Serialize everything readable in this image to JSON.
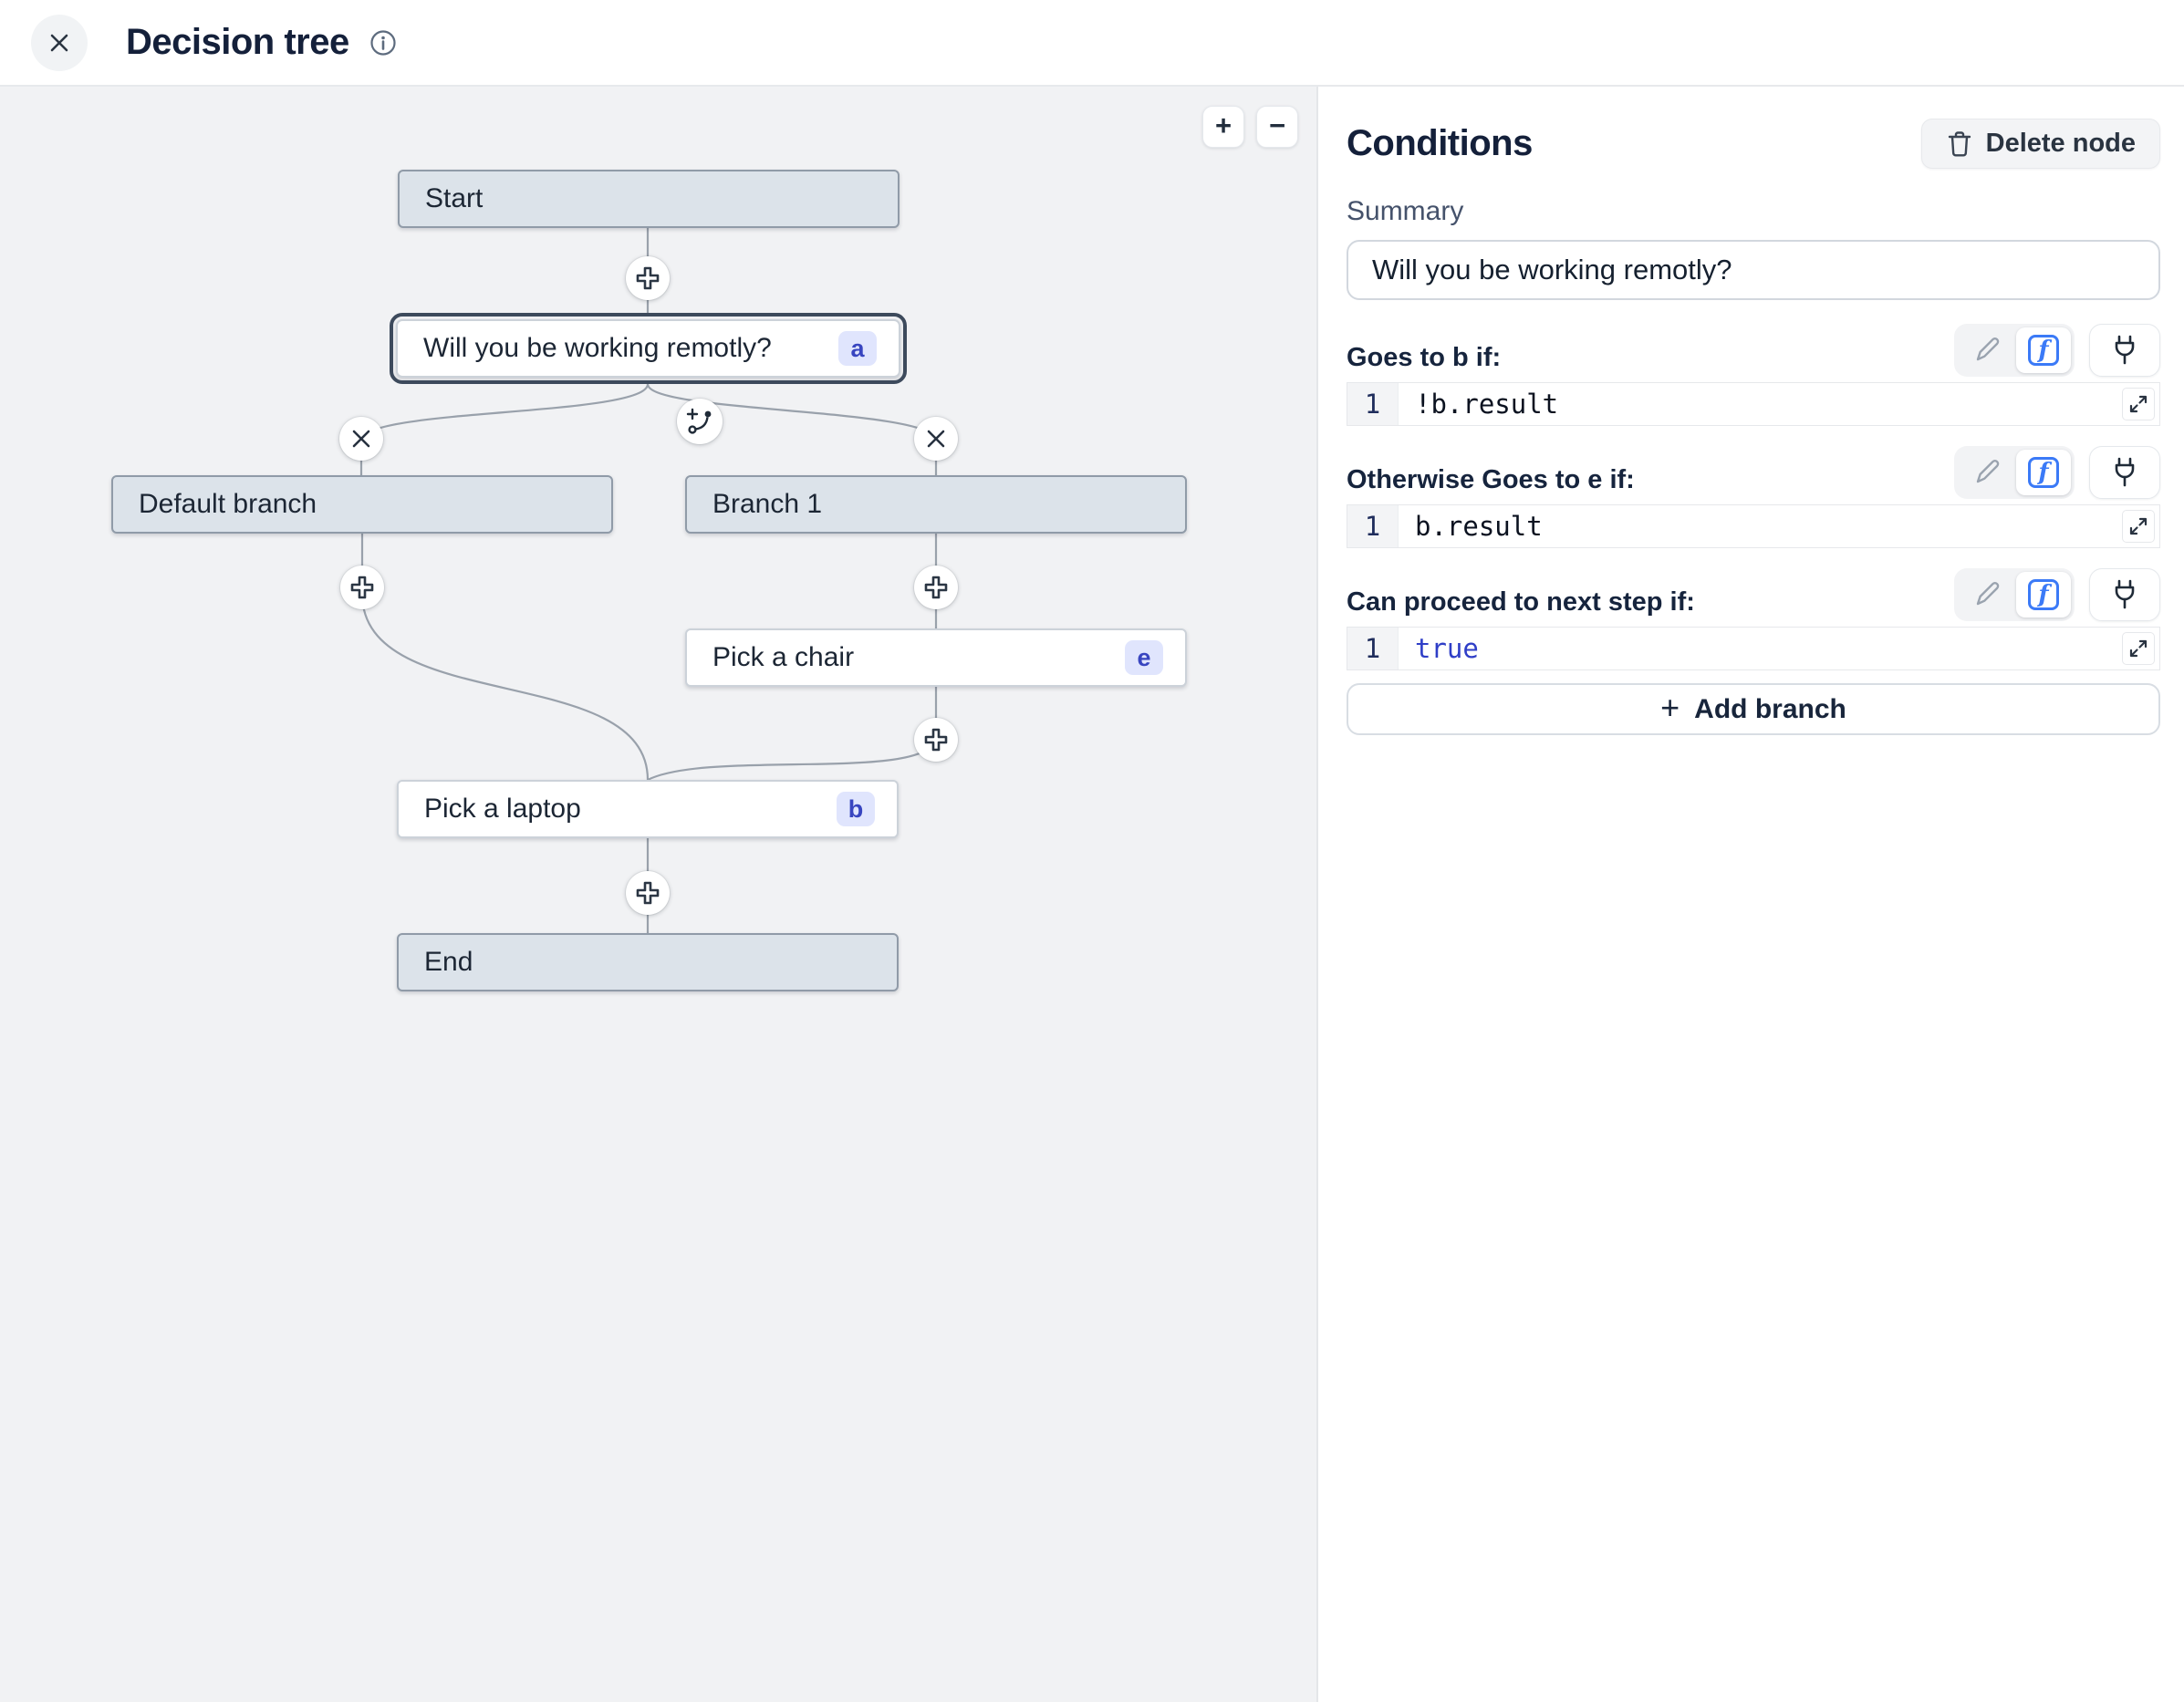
{
  "header": {
    "title": "Decision tree"
  },
  "canvas": {
    "zoom_in": "+",
    "zoom_out": "−",
    "nodes": {
      "start": {
        "label": "Start"
      },
      "question": {
        "label": "Will you be working remotly?",
        "badge": "a"
      },
      "default_branch": {
        "label": "Default branch"
      },
      "branch_1": {
        "label": "Branch 1"
      },
      "pick_chair": {
        "label": "Pick a chair",
        "badge": "e"
      },
      "pick_laptop": {
        "label": "Pick a laptop",
        "badge": "b"
      },
      "end": {
        "label": "End"
      }
    }
  },
  "panel": {
    "title": "Conditions",
    "delete_button": "Delete node",
    "summary_label": "Summary",
    "summary_value": "Will you be working remotly?",
    "sections": [
      {
        "label": "Goes to b if:",
        "line_number": "1",
        "code": "!b.result"
      },
      {
        "label": "Otherwise Goes to e if:",
        "line_number": "1",
        "code": "b.result"
      },
      {
        "label": "Can proceed to next step if:",
        "line_number": "1",
        "code": "true"
      }
    ],
    "add_branch_button": "Add branch"
  },
  "colors": {
    "accent_blue": "#3b7af7",
    "badge_bg": "#e0e5fd",
    "badge_text": "#3845c0",
    "keyword_blue": "#2f3ec7",
    "node_gray": "#dce3ea",
    "selected_ring": "#3d4a5c",
    "canvas_bg": "#f1f2f4"
  }
}
